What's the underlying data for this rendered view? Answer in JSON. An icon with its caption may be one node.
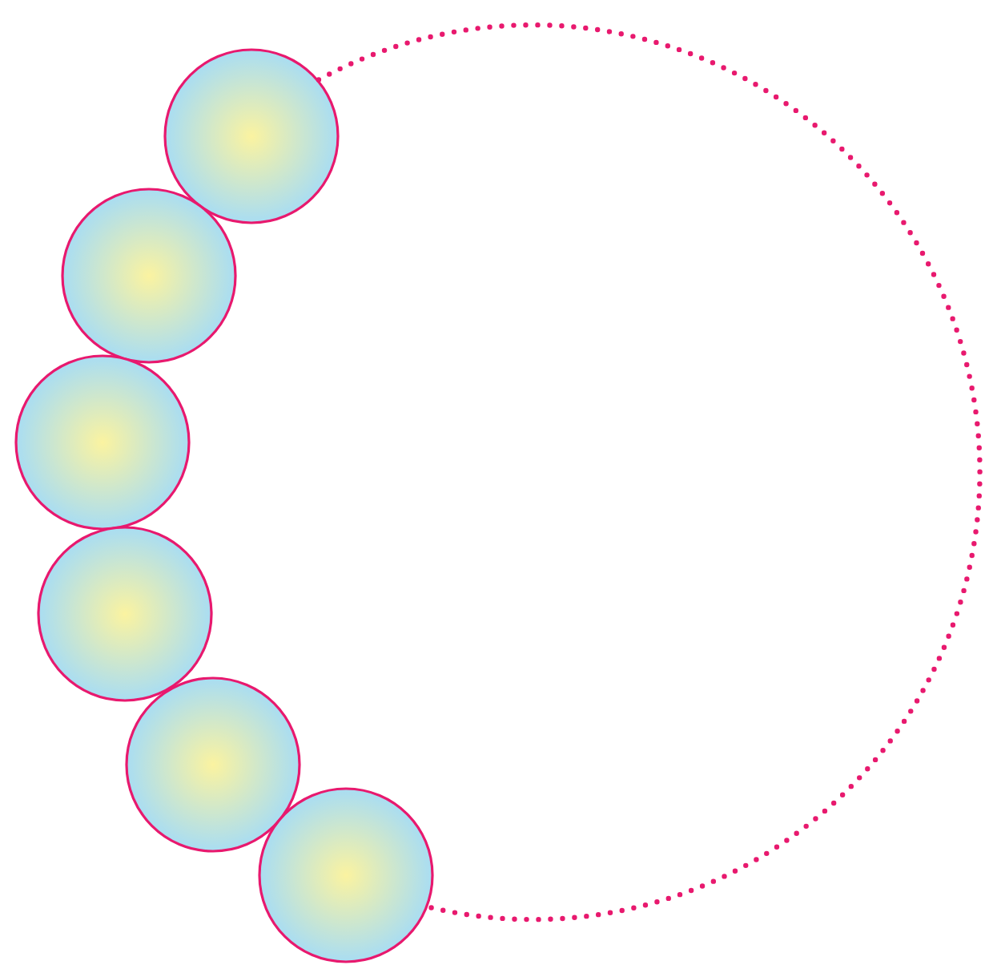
{
  "diagram": {
    "nodes": [
      {
        "text": [],
        "shape": "circle"
      },
      {
        "text": [],
        "shape": "circle"
      },
      {
        "text": [],
        "shape": "circle"
      },
      {
        "text": [],
        "shape": "circle"
      },
      {
        "text": [],
        "shape": "circle"
      },
      {
        "text": [],
        "shape": "circle"
      }
    ],
    "edges": [
      {
        "from": 0,
        "to": 5,
        "arrow": "none",
        "style": "dashed"
      }
    ]
  }
}
